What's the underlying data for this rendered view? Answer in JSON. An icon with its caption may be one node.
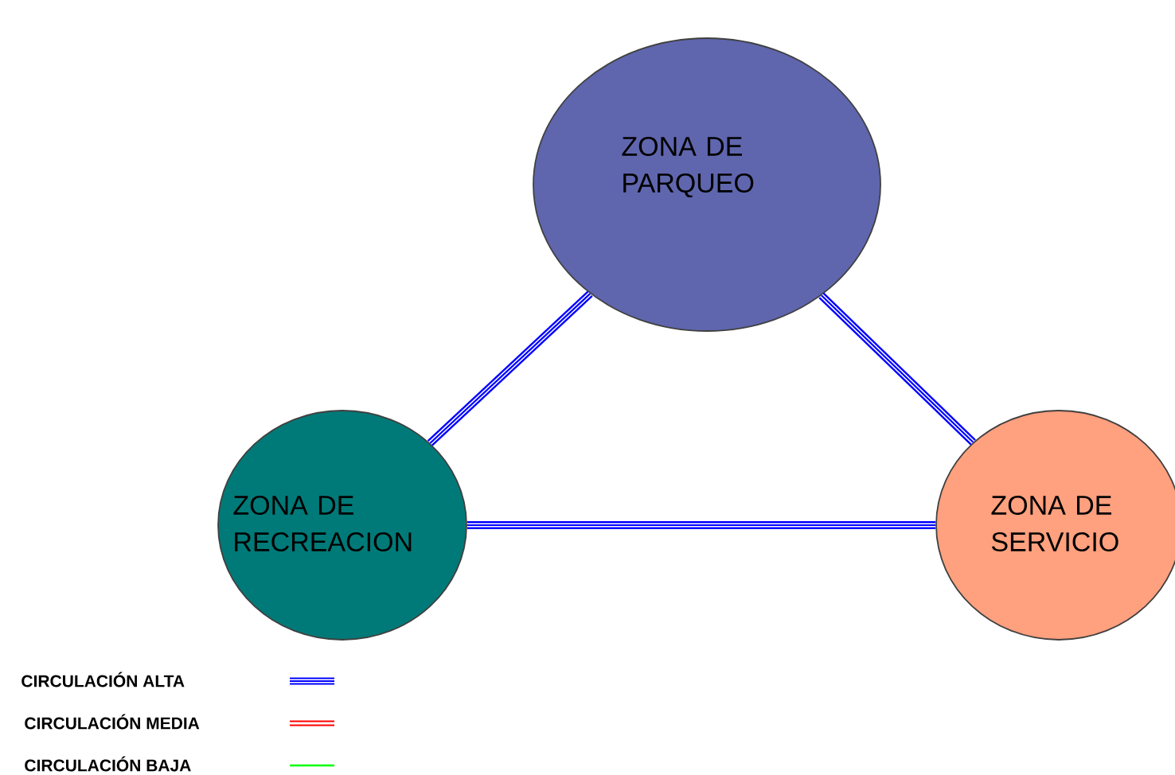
{
  "diagram": {
    "nodes": [
      {
        "text": [
          "ZONA DE PARQUEO"
        ]
      },
      {
        "text": [
          "ZONA DE RECREACION"
        ]
      },
      {
        "text": [
          "ZONA DE SERVICIO"
        ]
      }
    ],
    "edges": [
      {
        "from": 1,
        "to": 0,
        "arrow": "none"
      },
      {
        "from": 0,
        "to": 2,
        "arrow": "none"
      },
      {
        "from": 1,
        "to": 2,
        "arrow": "none"
      }
    ],
    "legend": [
      {
        "text": "CIRCULACIÓN ALTA"
      },
      {
        "text": "CIRCULACIÓN MEDIA"
      },
      {
        "text": "CIRCULACIÓN BAJA"
      }
    ]
  }
}
